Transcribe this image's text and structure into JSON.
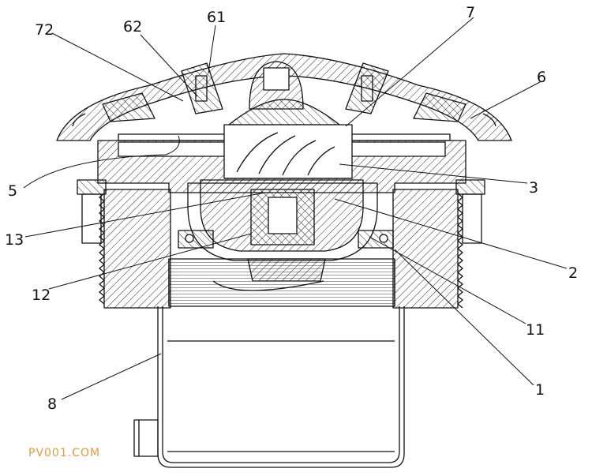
{
  "figure": {
    "ink_color": "#111111",
    "background": "#ffffff",
    "watermark_color": "#e79a3a",
    "callouts": [
      {
        "id": "72",
        "text": "72"
      },
      {
        "id": "62",
        "text": "62"
      },
      {
        "id": "61",
        "text": "61"
      },
      {
        "id": "7",
        "text": "7"
      },
      {
        "id": "6",
        "text": "6"
      },
      {
        "id": "5",
        "text": "5"
      },
      {
        "id": "3",
        "text": "3"
      },
      {
        "id": "13",
        "text": "13"
      },
      {
        "id": "2",
        "text": "2"
      },
      {
        "id": "12",
        "text": "12"
      },
      {
        "id": "11",
        "text": "11"
      },
      {
        "id": "1",
        "text": "1"
      },
      {
        "id": "8",
        "text": "8"
      }
    ]
  },
  "watermark": {
    "text": "PV001.COM"
  }
}
